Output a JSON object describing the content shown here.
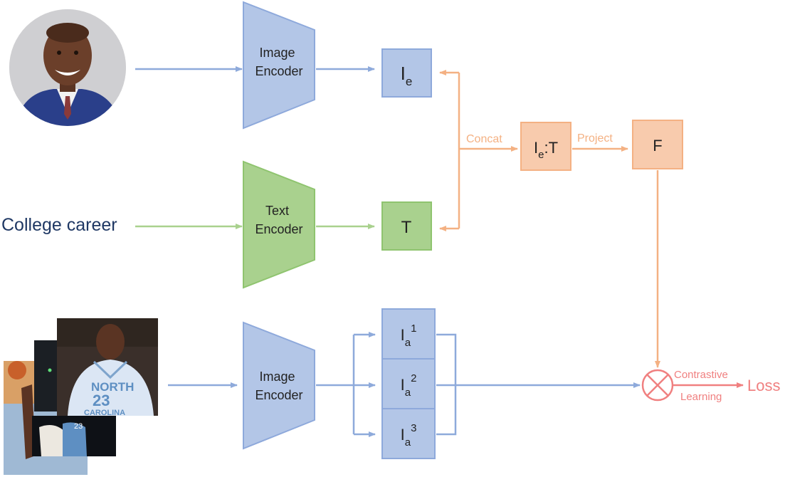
{
  "input_text": "College career",
  "encoders": {
    "image_top": [
      "Image",
      "Encoder"
    ],
    "text": [
      "Text",
      "Encoder"
    ],
    "image_bottom": [
      "Image",
      "Encoder"
    ]
  },
  "boxes": {
    "ie": {
      "base": "I",
      "sub": "e"
    },
    "t": "T",
    "concat_box": {
      "base": "I",
      "sub": "e",
      "rest": ":T"
    },
    "f": "F",
    "ia1": {
      "base": "I",
      "sub": "a",
      "sup": "1"
    },
    "ia2": {
      "base": "I",
      "sub": "a",
      "sup": "2"
    },
    "ia3": {
      "base": "I",
      "sub": "a",
      "sup": "3"
    }
  },
  "labels": {
    "concat": "Concat",
    "project": "Project",
    "contrastive": "Contrastive",
    "learning": "Learning",
    "loss": "Loss"
  },
  "jersey": {
    "team": "NORTH",
    "number": "23",
    "team2": "CAROLINA"
  },
  "colors": {
    "blue_fill": "#b3c6e7",
    "blue_stroke": "#8ea9db",
    "blue_arrow": "#8eaadb",
    "green_fill": "#a9d18e",
    "green_stroke": "#8fc46f",
    "green_arrow": "#a9d18e",
    "orange_fill": "#f8cbad",
    "orange_stroke": "#f4b183",
    "orange_text": "#f4b183",
    "loss_red": "#f08080",
    "text_dark": "#1f3864"
  }
}
